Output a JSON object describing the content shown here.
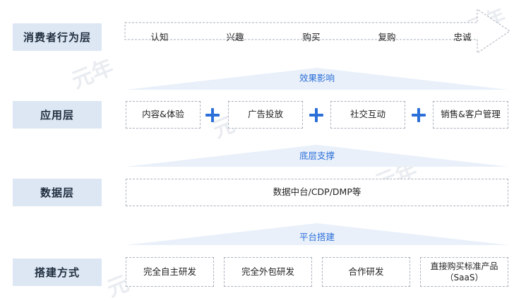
{
  "layers": {
    "behavior": {
      "label": "消费者行为层",
      "stages": [
        "认知",
        "兴趣",
        "购买",
        "复购",
        "忠诚"
      ]
    },
    "application": {
      "label": "应用层",
      "items": [
        "内容&体验",
        "广告投放",
        "社交互动",
        "销售&客户管理"
      ]
    },
    "data": {
      "label": "数据层",
      "content": "数据中台/CDP/DMP等"
    },
    "build": {
      "label": "搭建方式",
      "items": [
        "完全自主研发",
        "完全外包研发",
        "合作研发",
        "直接购买标准产品\n（SaaS）"
      ]
    }
  },
  "connectors": {
    "effect": "效果影响",
    "support": "底层支撑",
    "platform": "平台搭建"
  },
  "colors": {
    "accent": "#2b6fd8",
    "label_bg": "#dde7f4",
    "connector_fill": "#e9f0fa"
  }
}
